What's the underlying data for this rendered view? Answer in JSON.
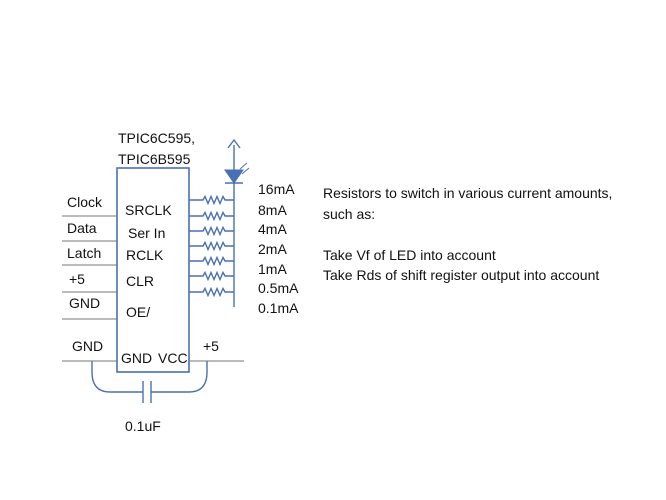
{
  "chip": {
    "part_line_1": "TPIC6C595,",
    "part_line_2": "TPIC6B595",
    "pins": {
      "srclk": "SRCLK",
      "ser_in": "Ser In",
      "rclk": "RCLK",
      "clr": "CLR",
      "oe": "OE/",
      "gnd": "GND",
      "vcc": "VCC"
    }
  },
  "signals": {
    "clock": "Clock",
    "data": "Data",
    "latch": "Latch",
    "plus5": "+5",
    "gnd": "GND",
    "gnd_bottom": "GND",
    "plus5_bottom": "+5"
  },
  "currents": [
    "16mA",
    "8mA",
    "4mA",
    "2mA",
    "1mA",
    "0.5mA",
    "0.1mA"
  ],
  "capacitor": "0.1uF",
  "notes": {
    "line1": "Resistors to switch in various current amounts,",
    "line2": "such as:",
    "line3": "Take Vf of LED into account",
    "line4": "Take Rds of shift register output into account"
  },
  "colors": {
    "wire": "#4a6fb5",
    "led_fill": "#4a6fb5",
    "line": "#222222"
  }
}
